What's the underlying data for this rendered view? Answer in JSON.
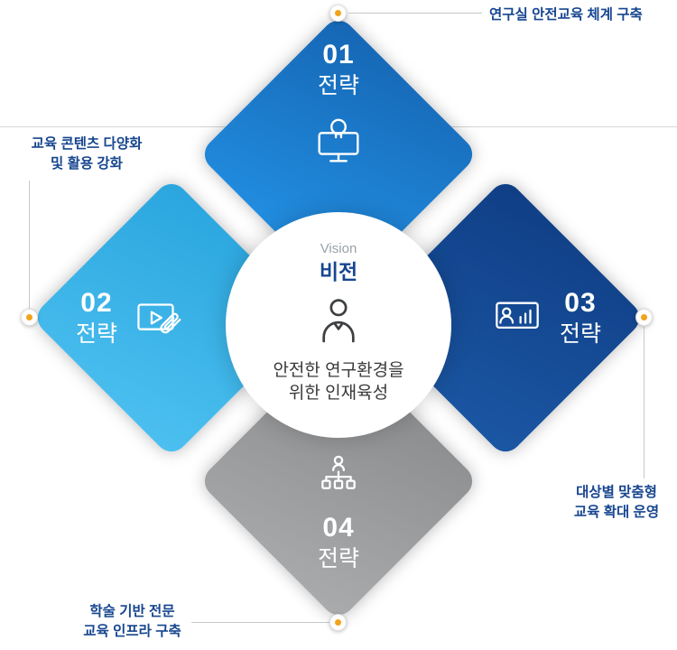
{
  "diagram": {
    "center": {
      "vision_en": "Vision",
      "vision_ko": "비전",
      "description_line1": "안전한 연구환경을",
      "description_line2": "위한 인재육성"
    },
    "strategies": [
      {
        "number": "01",
        "label": "전략",
        "icon": "monitor-lightbulb-icon",
        "color": "#1a72c4",
        "callout": [
          "연구실 안전교육 체계 구축"
        ]
      },
      {
        "number": "02",
        "label": "전략",
        "icon": "video-paperclip-icon",
        "color": "#31aae1",
        "callout": [
          "교육 콘텐츠 다양화",
          "및 활용 강화"
        ]
      },
      {
        "number": "03",
        "label": "전략",
        "icon": "person-chart-icon",
        "color": "#123f86",
        "callout": [
          "대상별 맞춤형",
          "교육 확대 운영"
        ]
      },
      {
        "number": "04",
        "label": "전략",
        "icon": "org-hierarchy-icon",
        "color": "#939597",
        "callout": [
          "학술 기반 전문",
          "교육 인프라 구축"
        ]
      }
    ],
    "colors": {
      "callout_text": "#17468f",
      "marker_dot": "#f2a31b",
      "line": "#c8c8c8"
    }
  }
}
